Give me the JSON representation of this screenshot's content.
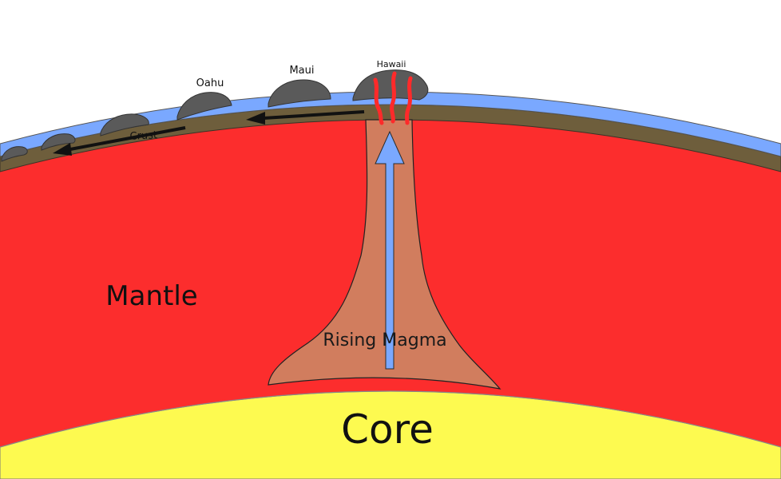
{
  "labels": {
    "hawaii": "Hawaii",
    "maui": "Maui",
    "oahu": "Oahu",
    "crust": "Crust",
    "mantle": "Mantle",
    "rising_magma": "Rising Magma",
    "core": "Core"
  },
  "colors": {
    "ocean": "#7aa8ff",
    "crust": "#6e5e3c",
    "mantle": "#fc2d2d",
    "plume": "#d17d5e",
    "core": "#fdfa50",
    "island": "#5a5a5a",
    "lava": "#ff2a2a",
    "arrow": "#111111",
    "plume_arrow": "#7aa8ff"
  }
}
